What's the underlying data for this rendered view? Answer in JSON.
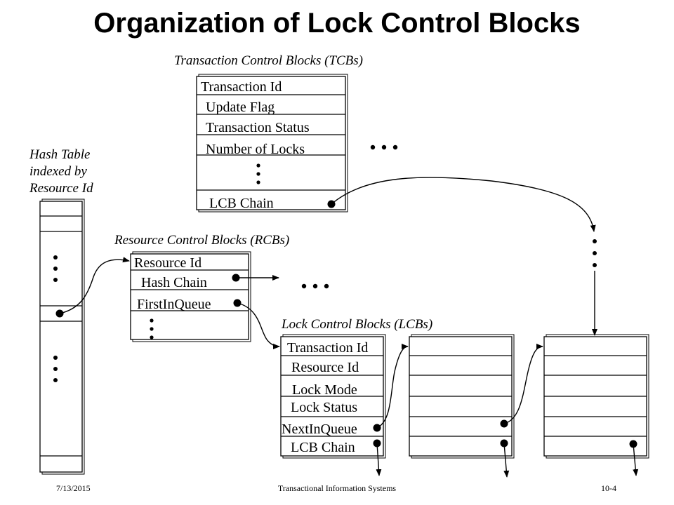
{
  "title": "Organization of Lock Control Blocks",
  "tcb": {
    "heading": "Transaction Control Blocks (TCBs)",
    "fields": [
      "Transaction Id",
      "Update Flag",
      "Transaction Status",
      "Number of Locks",
      "LCB Chain"
    ]
  },
  "hash_table": {
    "label_lines": [
      "Hash Table",
      "indexed by",
      "Resource Id"
    ]
  },
  "rcb": {
    "heading": "Resource Control Blocks (RCBs)",
    "fields": [
      "Resource Id",
      "Hash Chain",
      "FirstInQueue"
    ]
  },
  "lcb": {
    "heading": "Lock Control Blocks (LCBs)",
    "fields": [
      "Transaction Id",
      "Resource Id",
      "Lock Mode",
      "Lock Status",
      "NextInQueue",
      "LCB Chain"
    ]
  },
  "ellipsis": "...",
  "footer": {
    "date": "7/13/2015",
    "course": "Transactional Information Systems",
    "page": "10-4"
  }
}
